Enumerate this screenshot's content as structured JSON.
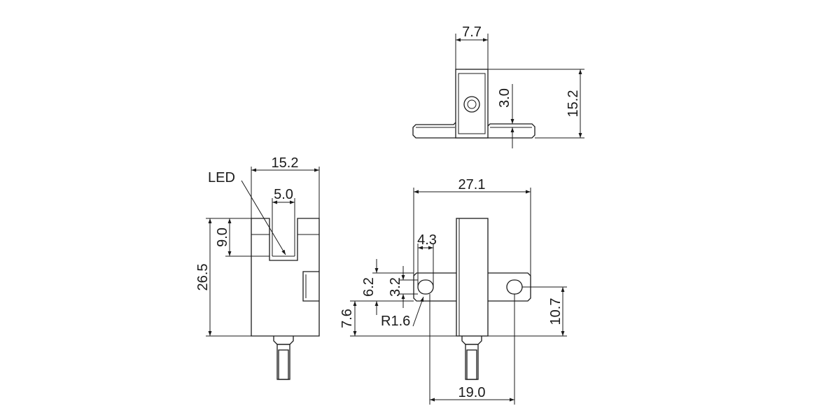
{
  "labels": {
    "led": "LED",
    "r16": "R1.6"
  },
  "dimensions": {
    "top_width": "7.7",
    "top_height": "15.2",
    "top_hole": "3.0",
    "left_width": "15.2",
    "left_slot": "5.0",
    "left_slot_depth": "9.0",
    "left_height": "26.5",
    "front_width": "27.1",
    "front_hole_spacing": "19.0",
    "front_hole_width": "4.3",
    "front_hole_height": "3.2",
    "front_flange": "6.2",
    "front_flange_offset": "7.6",
    "front_right_height": "10.7"
  },
  "colors": {
    "line": "#1a1a1a",
    "background": "#ffffff"
  }
}
